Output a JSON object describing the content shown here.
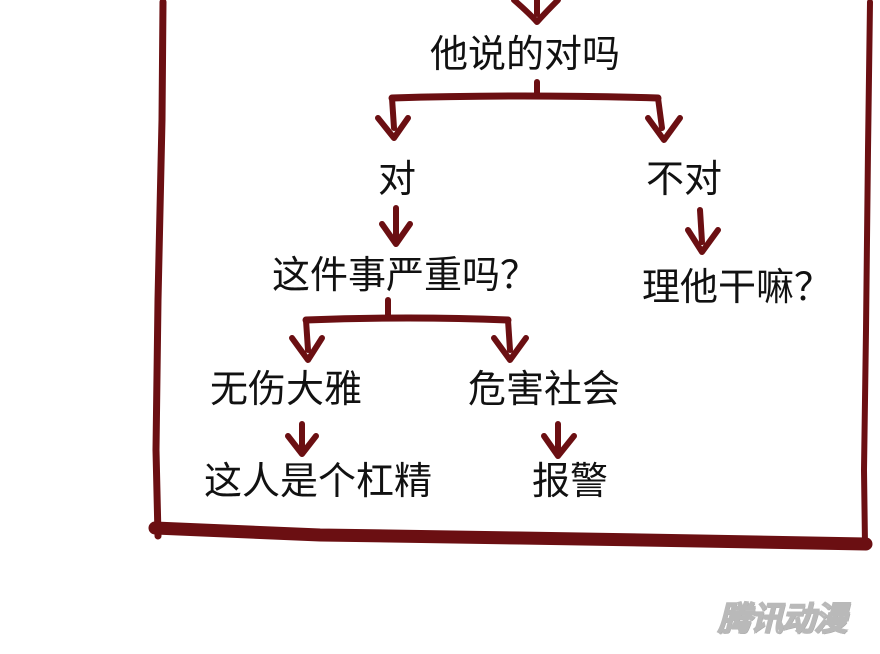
{
  "diagram": {
    "root": "他说的对吗",
    "branch_yes": "对",
    "branch_no": "不对",
    "yes_question": "这件事严重吗？",
    "no_result": "理他干嘛？",
    "minor": "无伤大雅",
    "harmful": "危害社会",
    "minor_result": "这人是个杠精",
    "harmful_result": "报警"
  },
  "watermark": {
    "text": "腾讯动漫"
  },
  "colors": {
    "ink": "#6b0f12",
    "text": "#111111"
  }
}
